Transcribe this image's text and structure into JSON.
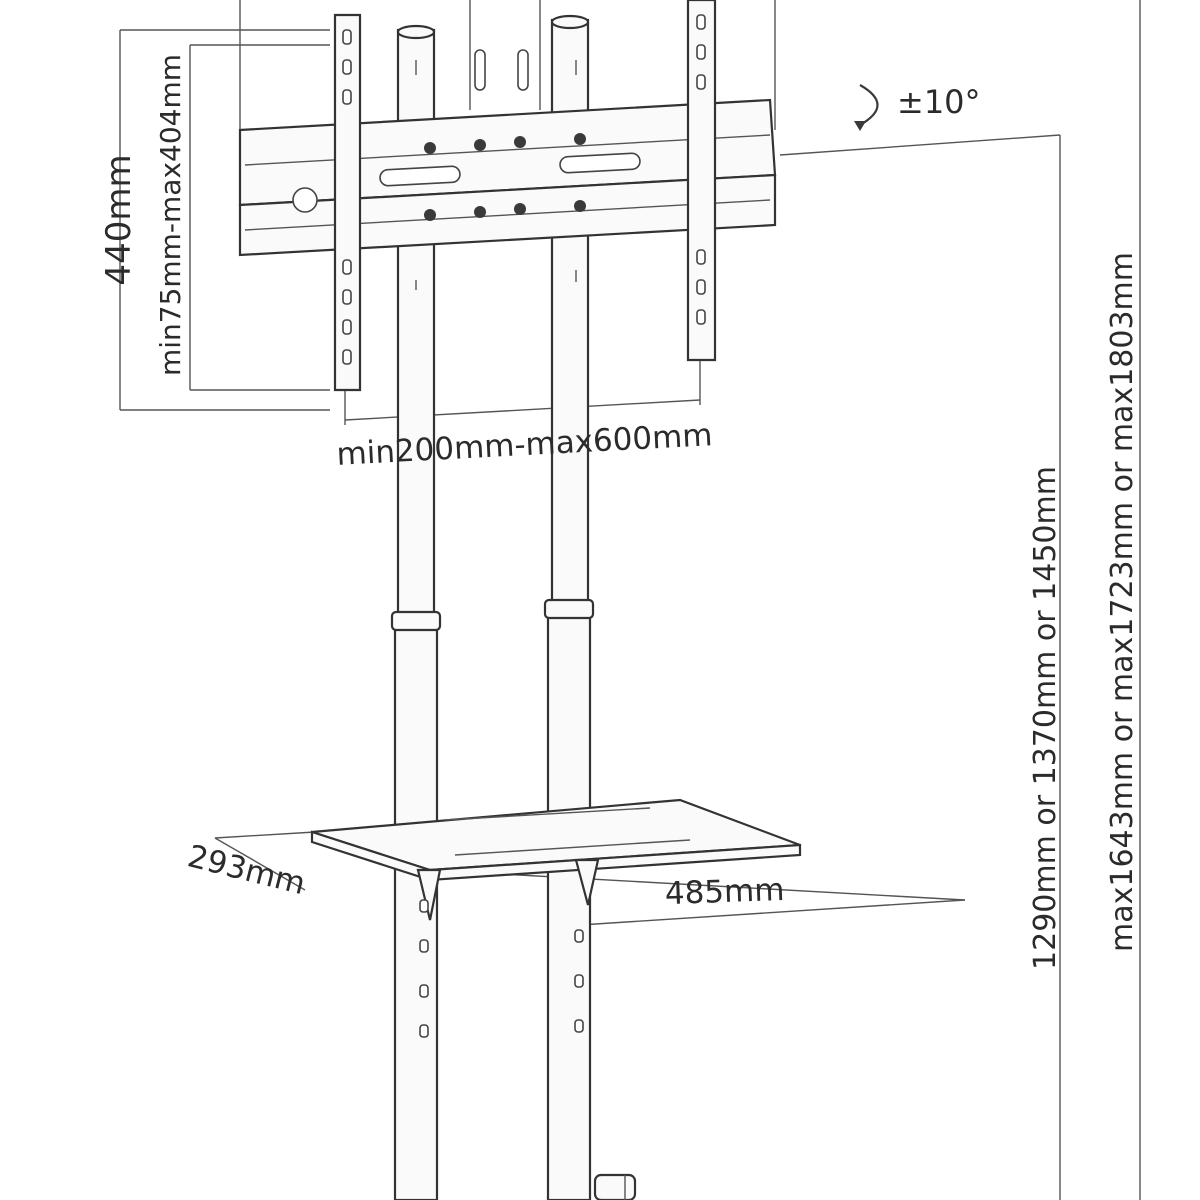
{
  "dimensions": {
    "mount_height": "440mm",
    "vesa_vertical": "min75mm-max404mm",
    "vesa_horizontal": "min200mm-max600mm",
    "tilt": "±10°",
    "shelf_depth": "293mm",
    "shelf_width": "485mm",
    "height_options": "1290mm or 1370mm or 1450mm",
    "max_height_options": "max1643mm or max1723mm or max1803mm"
  },
  "colors": {
    "line": "#3a3a3a",
    "background": "#ffffff"
  }
}
